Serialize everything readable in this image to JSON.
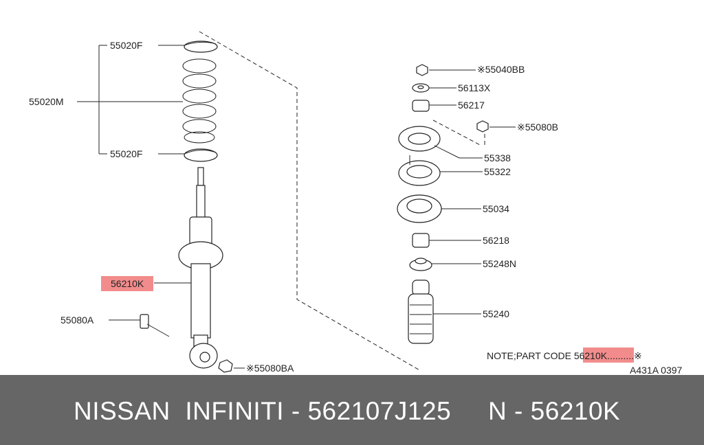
{
  "labels": {
    "spring_seat_top": "55020F",
    "spring": "55020M",
    "spring_seat_bottom": "55020F",
    "absorber": "56210K",
    "bolt": "55080A",
    "nut_bottom": "※55080BA",
    "nut_top": "※55040BB",
    "washer": "56113X",
    "bushing_upper": "56217",
    "nut_mount": "※55080B",
    "mount_cover": "55338",
    "mount": "55322",
    "insulator": "55034",
    "bushing_lower": "56218",
    "bound_bumper_cap": "55248N",
    "bound_bumper": "55240"
  },
  "note": {
    "prefix": "NOTE;PART CODE ",
    "code": "56210K",
    "suffix": "..........※"
  },
  "diagram_code": "A431A 0397",
  "footer": "NISSAN  INFINITI - 562107J125     N - 56210K",
  "highlight_color": "#f28c8c",
  "footer_bg": "#666666"
}
